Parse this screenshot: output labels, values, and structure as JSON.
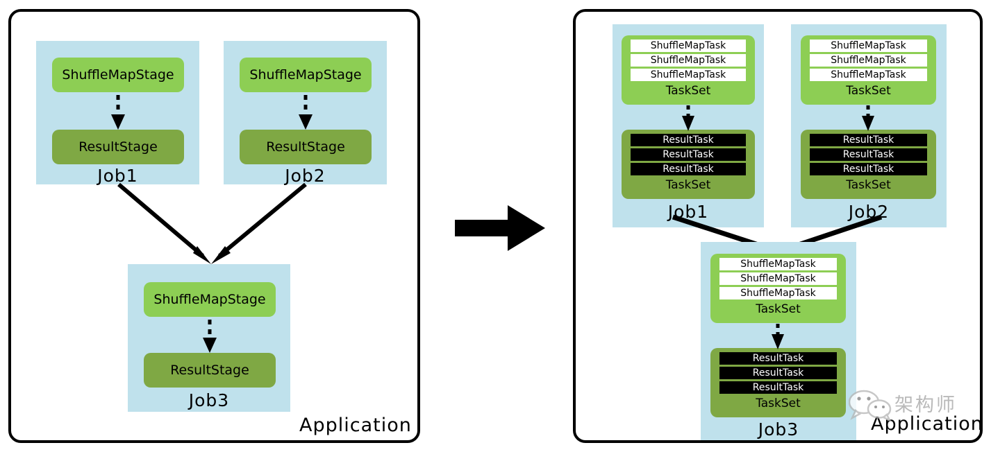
{
  "diagram": {
    "title": "Spark Application Job / Stage / Task decomposition",
    "colors": {
      "panel_border": "#000000",
      "job_container": "#bfe1ec",
      "map_stage": "#8dce54",
      "result_stage": "#7fa844",
      "map_task_row": "#ffffff",
      "result_task_row": "#000000",
      "arrow": "#000000"
    }
  },
  "left_panel": {
    "application_label": "Application",
    "jobs": [
      {
        "name": "Job1",
        "stages": [
          {
            "label": "ShuffleMapStage",
            "type": "map"
          },
          {
            "label": "ResultStage",
            "type": "result"
          }
        ]
      },
      {
        "name": "Job2",
        "stages": [
          {
            "label": "ShuffleMapStage",
            "type": "map"
          },
          {
            "label": "ResultStage",
            "type": "result"
          }
        ]
      },
      {
        "name": "Job3",
        "stages": [
          {
            "label": "ShuffleMapStage",
            "type": "map"
          },
          {
            "label": "ResultStage",
            "type": "result"
          }
        ]
      }
    ]
  },
  "transform_arrow": {
    "icon": "right-arrow-icon",
    "direction": "right"
  },
  "right_panel": {
    "application_label": "Application",
    "jobs": [
      {
        "name": "Job1",
        "tasksets": [
          {
            "type": "map",
            "label": "TaskSet",
            "tasks": [
              "ShuffleMapTask",
              "ShuffleMapTask",
              "ShuffleMapTask"
            ]
          },
          {
            "type": "result",
            "label": "TaskSet",
            "tasks": [
              "ResultTask",
              "ResultTask",
              "ResultTask"
            ]
          }
        ]
      },
      {
        "name": "Job2",
        "tasksets": [
          {
            "type": "map",
            "label": "TaskSet",
            "tasks": [
              "ShuffleMapTask",
              "ShuffleMapTask",
              "ShuffleMapTask"
            ]
          },
          {
            "type": "result",
            "label": "TaskSet",
            "tasks": [
              "ResultTask",
              "ResultTask",
              "ResultTask"
            ]
          }
        ]
      },
      {
        "name": "Job3",
        "tasksets": [
          {
            "type": "map",
            "label": "TaskSet",
            "tasks": [
              "ShuffleMapTask",
              "ShuffleMapTask",
              "ShuffleMapTask"
            ]
          },
          {
            "type": "result",
            "label": "TaskSet",
            "tasks": [
              "ResultTask",
              "ResultTask",
              "ResultTask"
            ]
          }
        ]
      }
    ]
  },
  "watermark": {
    "logo": "wechat-icon",
    "text": "架构师"
  }
}
